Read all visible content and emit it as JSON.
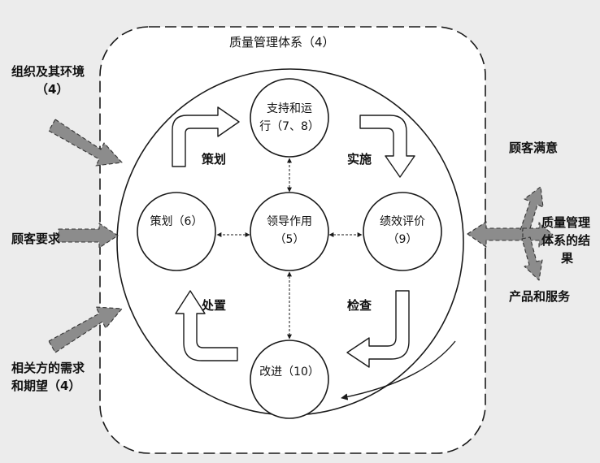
{
  "system_title": "质量管理体系（4）",
  "nodes": {
    "support": {
      "line1": "支持和运",
      "line2": "行（7、8）"
    },
    "plan": {
      "label": "策划（6）"
    },
    "lead": {
      "line1": "领导作用",
      "line2": "（5）"
    },
    "perf": {
      "line1": "绩效评价",
      "line2": "（9）"
    },
    "improve": {
      "label": "改进（10）"
    }
  },
  "cycle": {
    "plan": "策划",
    "do": "实施",
    "check": "检查",
    "act": "处置"
  },
  "inputs": {
    "context": {
      "line1": "组织及其环境",
      "line2": "（4）"
    },
    "customer": "顾客要求",
    "parties": {
      "line1": "相关方的需求",
      "line2": "和期望（4）"
    }
  },
  "outputs": {
    "satisfaction": "顾客满意",
    "results": {
      "line1": "质量管理",
      "line2": "体系的结",
      "line3": "果"
    },
    "products": "产品和服务"
  },
  "colors": {
    "background": "#ececec",
    "frame": "#ffffff",
    "line": "#1a1a1a",
    "gray_arrow": "#8c8c8c"
  }
}
